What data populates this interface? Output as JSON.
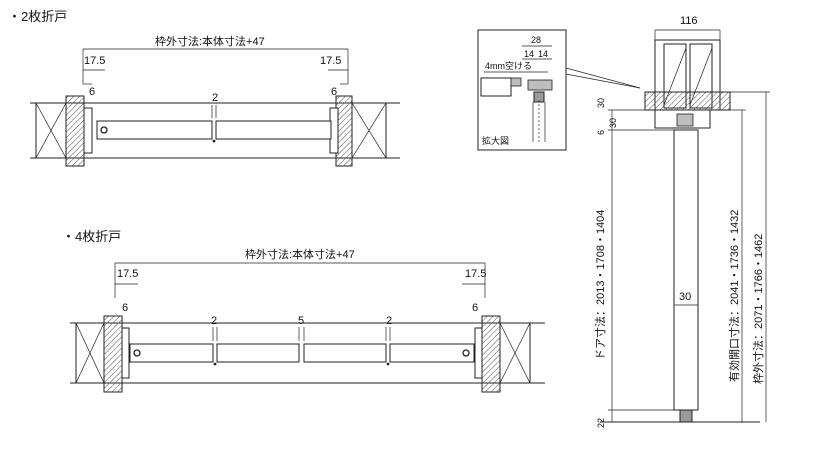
{
  "section_2": {
    "title": "・2枚折戸",
    "outer_dim": "枠外寸法:本体寸法+47",
    "left_offset": "17.5",
    "right_offset": "17.5",
    "left_gap": "6",
    "right_gap": "6",
    "center_gap": "2"
  },
  "section_4": {
    "title": "・4枚折戸",
    "outer_dim": "枠外寸法:本体寸法+47",
    "left_offset": "17.5",
    "right_offset": "17.5",
    "left_gap": "6",
    "right_gap": "6",
    "gap_a": "2",
    "gap_center": "5",
    "gap_b": "2"
  },
  "detail": {
    "dim_28": "28",
    "dim_14a": "14",
    "dim_14b": "14",
    "note": "4mm空ける",
    "caption": "拡大図"
  },
  "section_view": {
    "top_width": "116",
    "dim_30_top": "30",
    "dim_6": "6",
    "dim_30_left": "30",
    "panel_width": "30",
    "dim_22": "22",
    "door_dims": "ドア寸法：2013・1708・1404",
    "opening_dims": "有効開口寸法：2041・1736・1432",
    "frame_dims": "枠外寸法：2071・1766・1462"
  }
}
